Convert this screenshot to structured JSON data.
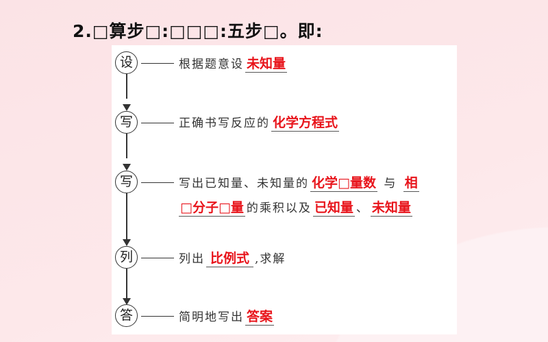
{
  "heading": "2.□算步□:□□□:五步□。即:",
  "steps": [
    {
      "circle": "设",
      "text_before": "根据题意设",
      "answer": "未知量"
    },
    {
      "circle": "写",
      "text_before": "正确书写反应的",
      "answer": "化学方程式"
    },
    {
      "circle": "写",
      "text_before": "写出已知量、未知量的",
      "answer1": "化学□量数",
      "mid": "与",
      "answer2a": "相",
      "answer2b": "□分子□量",
      "text_after": "的乘积以及",
      "answer3": "已知量",
      "sep": "、",
      "answer4": "未知量"
    },
    {
      "circle": "列",
      "text_before": "列出",
      "answer": "比例式",
      "text_after": ",求解"
    },
    {
      "circle": "答",
      "text_before": "简明地写出",
      "answer": "答案"
    }
  ]
}
